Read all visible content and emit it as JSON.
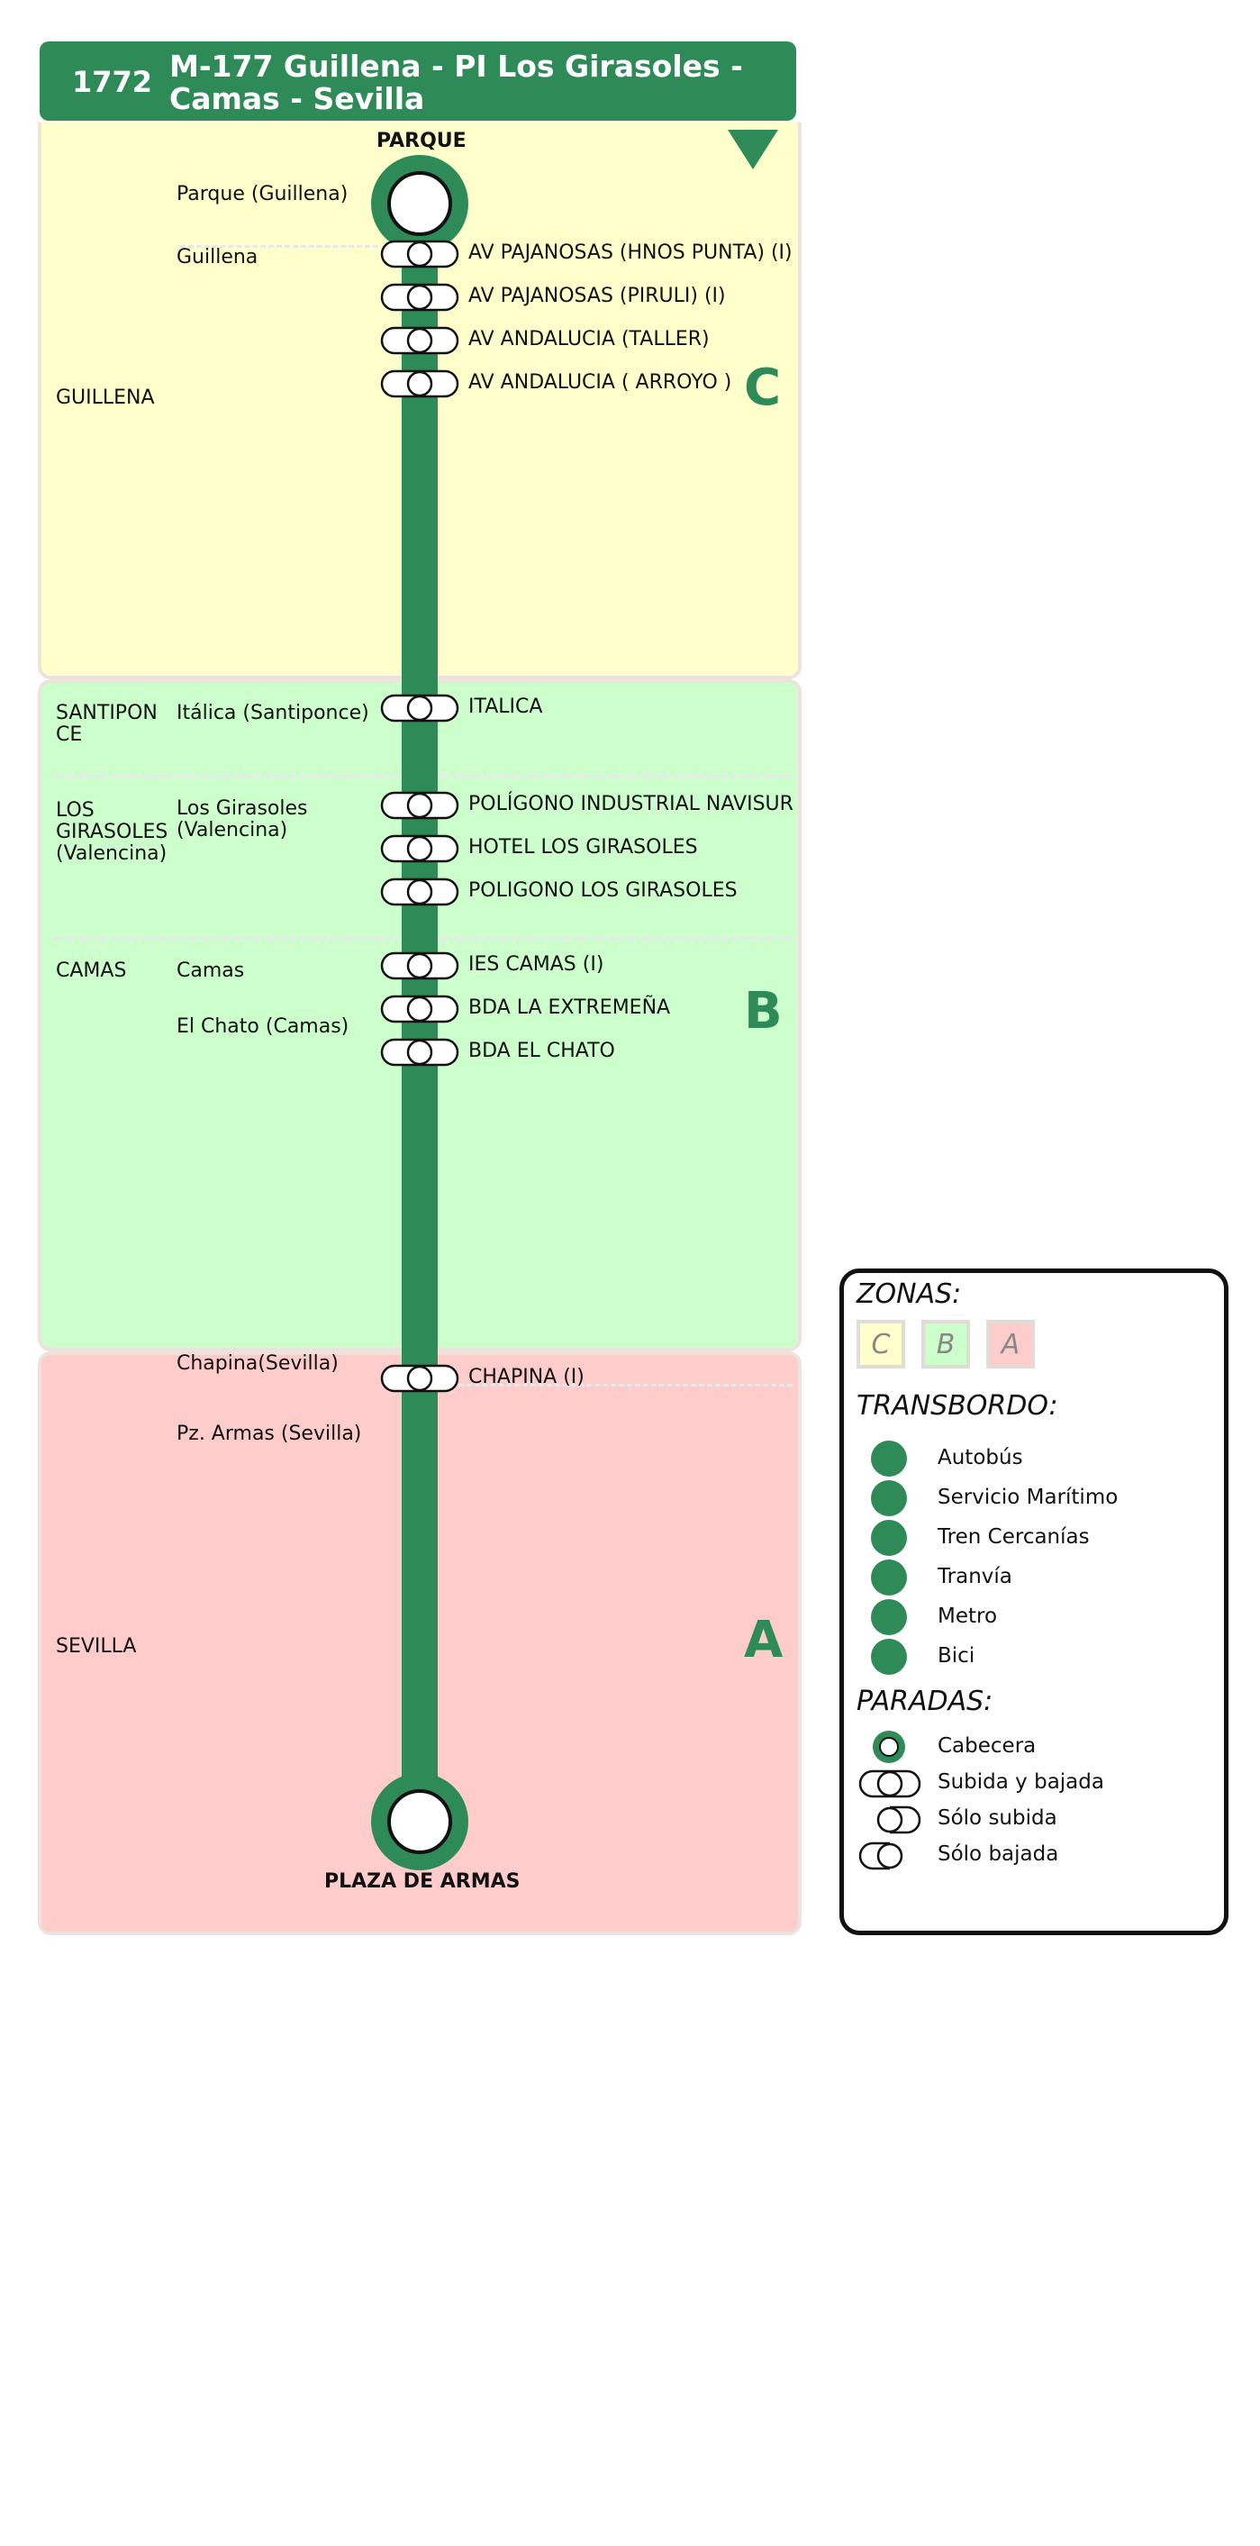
{
  "header": {
    "route_number": "1772",
    "title": "M-177 Guillena - PI Los Girasoles - Camas - Sevilla"
  },
  "colors": {
    "line": "#2e8b57",
    "zone_c": "#ffffcc",
    "zone_b": "#ccffcc",
    "zone_a": "#ffcccc"
  },
  "direction_icon": "down-triangle-icon",
  "zones": {
    "c": {
      "letter": "C"
    },
    "b": {
      "letter": "B"
    },
    "a": {
      "letter": "A"
    }
  },
  "terminals": {
    "start": "PARQUE",
    "end": "PLAZA DE ARMAS"
  },
  "municipalities": [
    "GUILLENA",
    "SANTIPONCE",
    "LOS GIRASOLES (Valencina)",
    "CAMAS",
    "SEVILLA"
  ],
  "stop_groups": [
    "Parque (Guillena)",
    "Guillena",
    "Itálica (Santiponce)",
    "Los Girasoles (Valencina)",
    "Camas",
    "El Chato (Camas)",
    "Chapina(Sevilla)",
    "Pz. Armas (Sevilla)"
  ],
  "stops": [
    "AV PAJANOSAS (HNOS PUNTA) (I)",
    "AV PAJANOSAS (PIRULI) (I)",
    "AV ANDALUCIA (TALLER)",
    "AV ANDALUCIA ( ARROYO )",
    "ITALICA",
    "POLÍGONO INDUSTRIAL NAVISUR",
    "HOTEL LOS GIRASOLES",
    "POLIGONO LOS GIRASOLES",
    "IES CAMAS (I)",
    "BDA LA EXTREMEÑA",
    "BDA EL CHATO",
    "CHAPINA (I)"
  ],
  "legend": {
    "zones_title": "ZONAS:",
    "zone_labels": [
      "C",
      "B",
      "A"
    ],
    "transfer_title": "TRANSBORDO:",
    "transfers": [
      {
        "label": "Autobús",
        "icon": "bus-icon"
      },
      {
        "label": "Servicio Marítimo",
        "icon": "ferry-icon"
      },
      {
        "label": "Tren Cercanías",
        "icon": "train-icon"
      },
      {
        "label": "Tranvía",
        "icon": "tram-icon"
      },
      {
        "label": "Metro",
        "icon": "metro-icon"
      },
      {
        "label": "Bici",
        "icon": "bike-icon"
      }
    ],
    "stops_title": "PARADAS:",
    "stop_types": [
      "Cabecera",
      "Subida y bajada",
      "Sólo subida",
      "Sólo bajada"
    ]
  }
}
